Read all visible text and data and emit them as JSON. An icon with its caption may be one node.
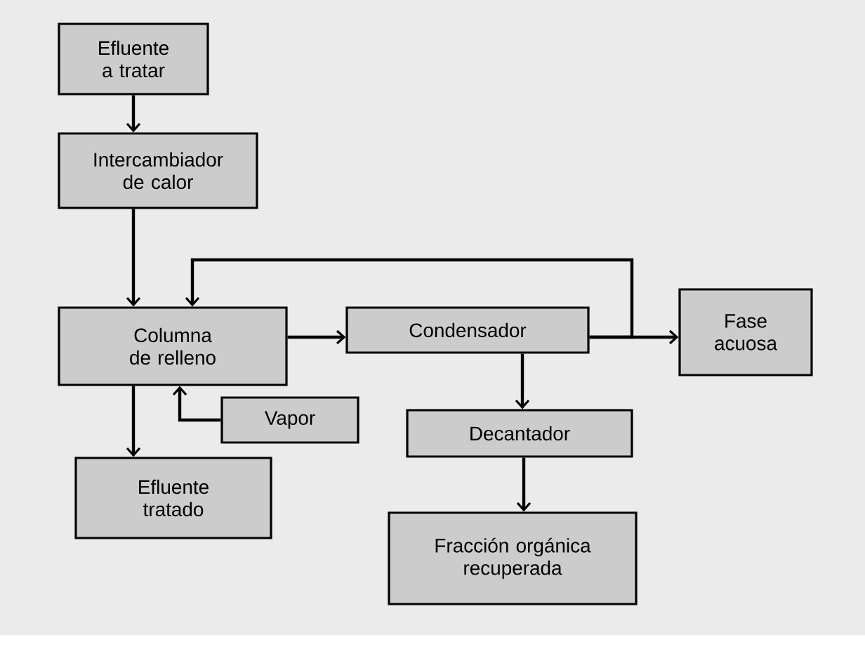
{
  "diagram": {
    "nodes": [
      {
        "text": [
          "Efluente a tratar"
        ]
      },
      {
        "text": [
          "Intercambiador de calor"
        ]
      },
      {
        "text": [
          "Columna de relleno"
        ]
      },
      {
        "text": [
          "Condensador"
        ]
      },
      {
        "text": [
          "Fase acuosa"
        ]
      },
      {
        "text": [
          "Vapor"
        ]
      },
      {
        "text": [
          "Decantador"
        ]
      },
      {
        "text": [
          "Efluente tratado"
        ]
      },
      {
        "text": [
          "Fracción orgánica recuperada"
        ]
      }
    ],
    "edges": [
      {
        "from": 0,
        "to": 1,
        "arrow": "to"
      },
      {
        "from": 1,
        "to": 2,
        "arrow": "to"
      },
      {
        "from": 2,
        "to": 3,
        "arrow": "to"
      },
      {
        "from": 3,
        "to": 4,
        "arrow": "to"
      },
      {
        "from": 3,
        "to": 2,
        "arrow": "to"
      },
      {
        "from": 5,
        "to": 2,
        "arrow": "to"
      },
      {
        "from": 2,
        "to": 7,
        "arrow": "to"
      },
      {
        "from": 3,
        "to": 6,
        "arrow": "to"
      },
      {
        "from": 6,
        "to": 8,
        "arrow": "to"
      }
    ]
  }
}
